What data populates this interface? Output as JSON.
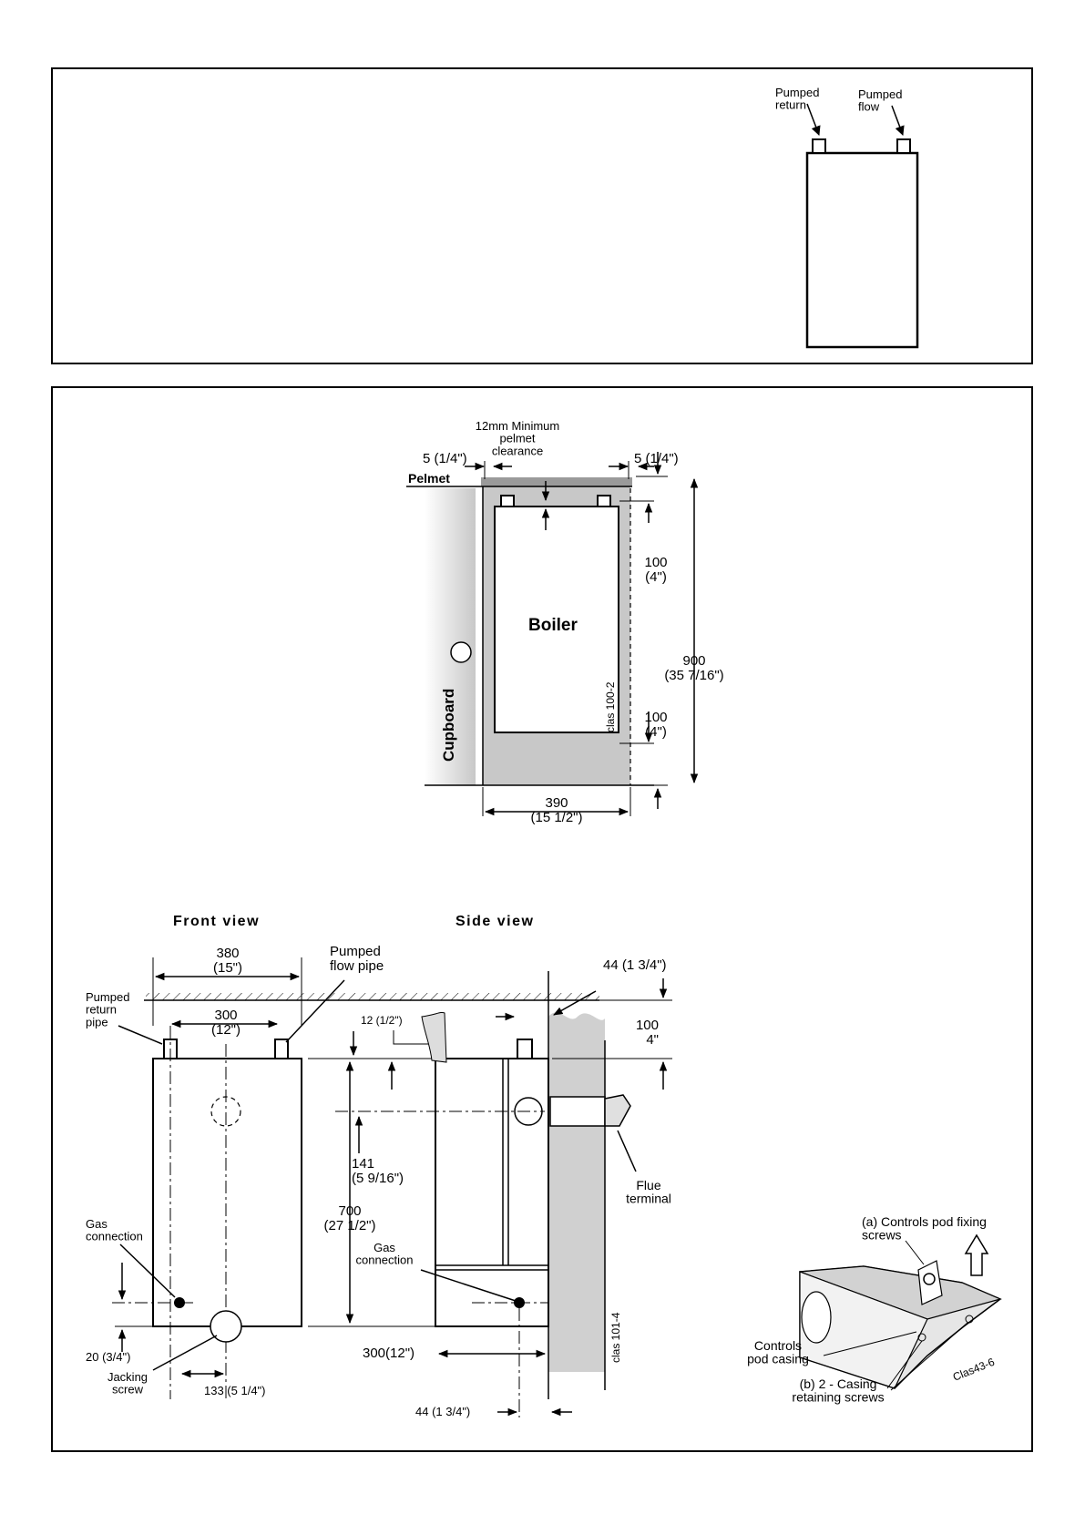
{
  "top_panel": {
    "label_return": "Pumped\nreturn",
    "label_flow": "Pumped\nflow"
  },
  "clearance_diagram": {
    "left_gap": "5 (1/4\")",
    "right_gap": "5 (1/4\")",
    "pelmet_note": "12mm Minimum\npelmet\nclearance",
    "pelmet": "Pelmet",
    "top_clearance": "100\n(4\")",
    "boiler": "Boiler",
    "height": "900\n(35 7/16\")",
    "bottom_clearance": "100\n(4\")",
    "cupboard": "Cupboard",
    "ref": "clas 100-2",
    "width": "390\n(15 1/2\")"
  },
  "dimension_diagram": {
    "front_view": "Front view",
    "side_view": "Side view",
    "overall_width": "380\n(15\")",
    "flow_pipe": "Pumped\nflow pipe",
    "return_pipe": "Pumped\nreturn\npipe",
    "pipe_centres": "300\n(12\")",
    "gas_connection_front": "Gas\nconnection",
    "gas_offset": "20 (3/4\")",
    "jacking_screw": "Jacking\nscrew",
    "jacking_offset": "133 (5 1/4\")",
    "pipe_offset": "12 (1/2\")",
    "flue_centre": "141\n(5 9/16\")",
    "boiler_height": "700\n(27 1/2\")",
    "gas_connection_side": "Gas\nconnection",
    "depth": "300(12\")",
    "wall_gap_bottom": "44 (1 3/4\")",
    "wall_gap_top": "44 (1 3/4\")",
    "top_clearance": "100\n4\"",
    "flue_terminal": "Flue\nterminal",
    "ref": "clas 101-4"
  },
  "controls_diagram": {
    "fixing_screws": "(a) Controls pod fixing\nscrews",
    "pod_casing": "Controls\npod casing",
    "retaining_screws": "(b) 2 - Casing\nretaining  screws",
    "ref": "Clas43-6"
  }
}
